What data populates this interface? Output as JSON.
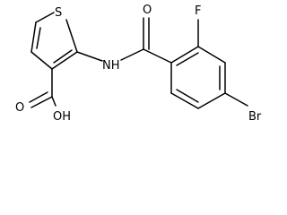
{
  "molecule": {
    "atoms": {
      "sulfur": "S",
      "oxygen_amide": "O",
      "fluorine": "F",
      "amide_nitrogen": "NH",
      "acid_oxygen": "O",
      "hydroxyl": "OH",
      "bromine": "Br"
    }
  }
}
